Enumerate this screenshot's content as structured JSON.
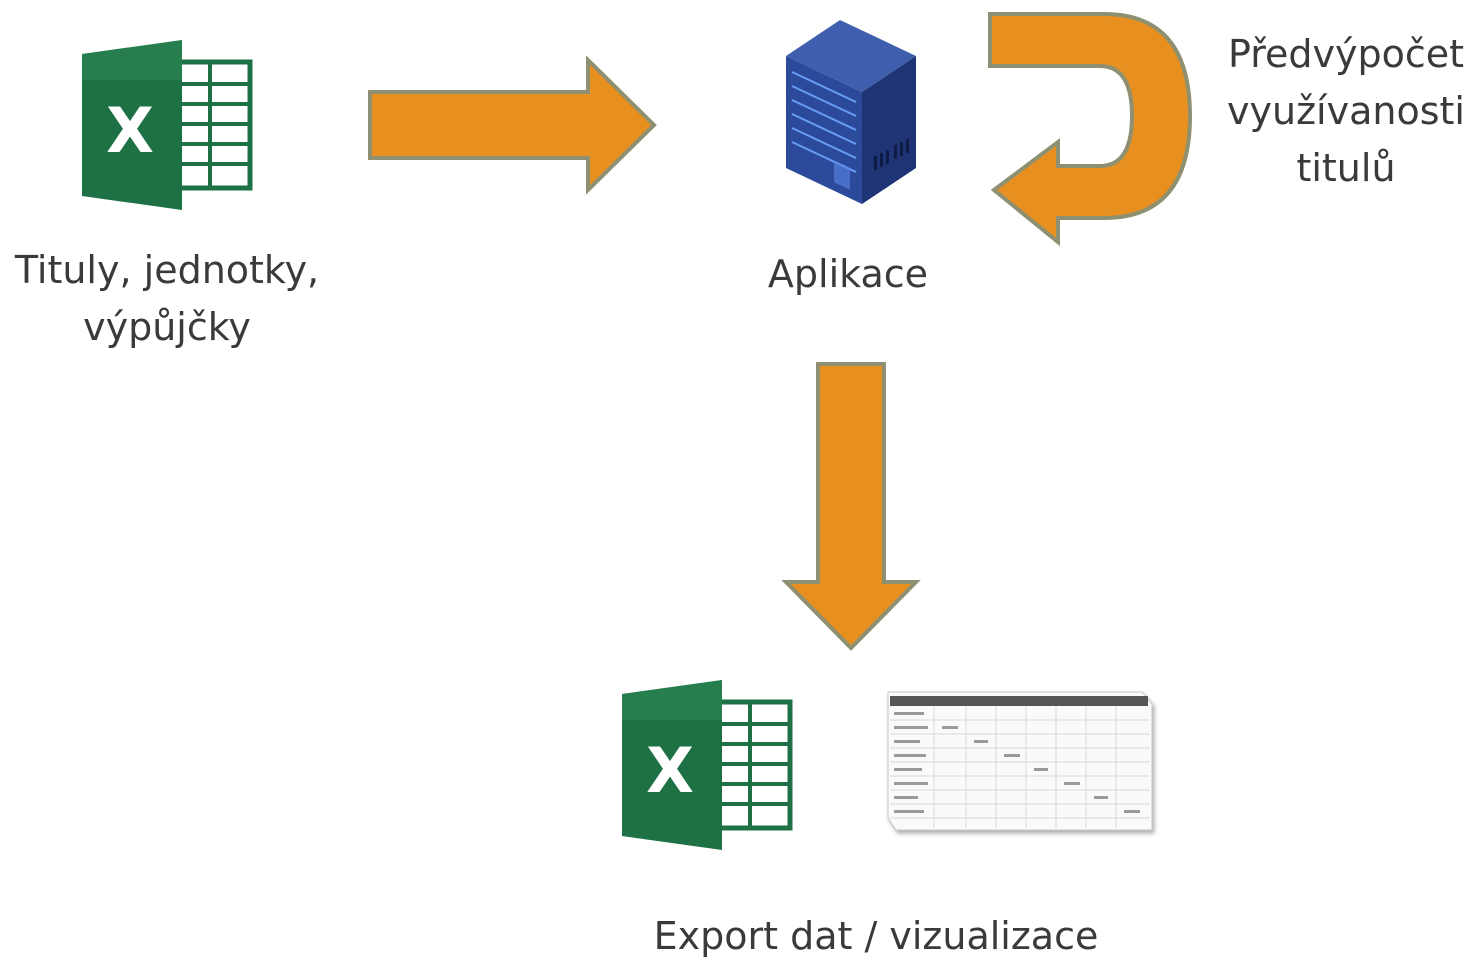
{
  "nodes": {
    "source": {
      "lines": [
        "Tituly, jednotky,",
        "výpůjčky"
      ],
      "icon": "excel-icon"
    },
    "app": {
      "label": "Aplikace",
      "icon": "server-rack-icon"
    },
    "loop": {
      "lines": [
        "Předvýpočet",
        "využívanosti",
        "titulů"
      ],
      "icon": "u-turn-arrow-icon"
    },
    "output": {
      "label": "Export dat / vizualizace",
      "icons": [
        "excel-icon",
        "table-preview-icon"
      ]
    }
  },
  "colors": {
    "arrow_fill": "#E8901F",
    "arrow_stroke": "#8E9071",
    "excel_green": "#1E7145",
    "server_blue": "#253C7E"
  }
}
